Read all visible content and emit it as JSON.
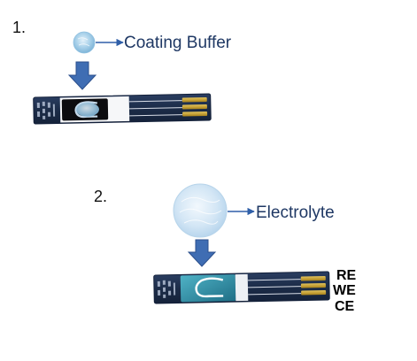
{
  "step1": {
    "number": "1.",
    "callout": "Coating Buffer"
  },
  "step2": {
    "number": "2.",
    "callout": "Electrolyte"
  },
  "electrodes": {
    "re": "RE",
    "we": "WE",
    "ce": "CE"
  },
  "colors": {
    "strip_body": "#1c2c48",
    "strip_edge": "#13203a",
    "contact_gold": "#c9a227",
    "arrow_fill": "#3f6db3",
    "arrow_stroke": "#2b4f8c",
    "drop_light": "#cde3f3",
    "drop_mid": "#8fc0e0",
    "pad_teal": "#2f8fa6",
    "label_text": "#1f3864"
  },
  "icons": {
    "down_arrow": "down-arrow-icon",
    "pointer_arrow": "right-arrow-icon",
    "droplet": "droplet-icon"
  }
}
